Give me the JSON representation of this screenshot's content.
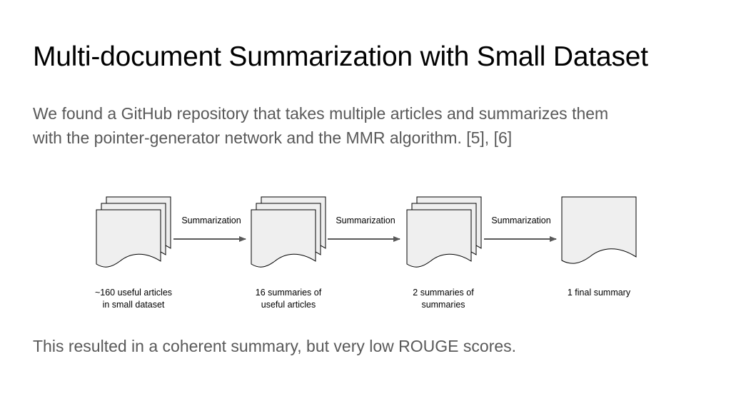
{
  "slide": {
    "title": "Multi-document Summarization with Small Dataset",
    "intro_line1": "We found a GitHub repository that takes multiple articles and summarizes them",
    "intro_line2": "with the pointer-generator network and the MMR algorithm. [5], [6]",
    "result": "This resulted in a coherent summary, but very low ROUGE scores."
  },
  "diagram": {
    "stages": [
      {
        "label_line1": "~160 useful articles",
        "label_line2": "in small dataset"
      },
      {
        "label_line1": "16 summaries of",
        "label_line2": "useful articles"
      },
      {
        "label_line1": "2 summaries of",
        "label_line2": "summaries"
      },
      {
        "label_line1": "1 final summary",
        "label_line2": ""
      }
    ],
    "arrows": [
      {
        "label": "Summarization"
      },
      {
        "label": "Summarization"
      },
      {
        "label": "Summarization"
      }
    ],
    "colors": {
      "document_fill": "#efefef",
      "document_stroke": "#000000",
      "arrow": "#595959"
    }
  }
}
